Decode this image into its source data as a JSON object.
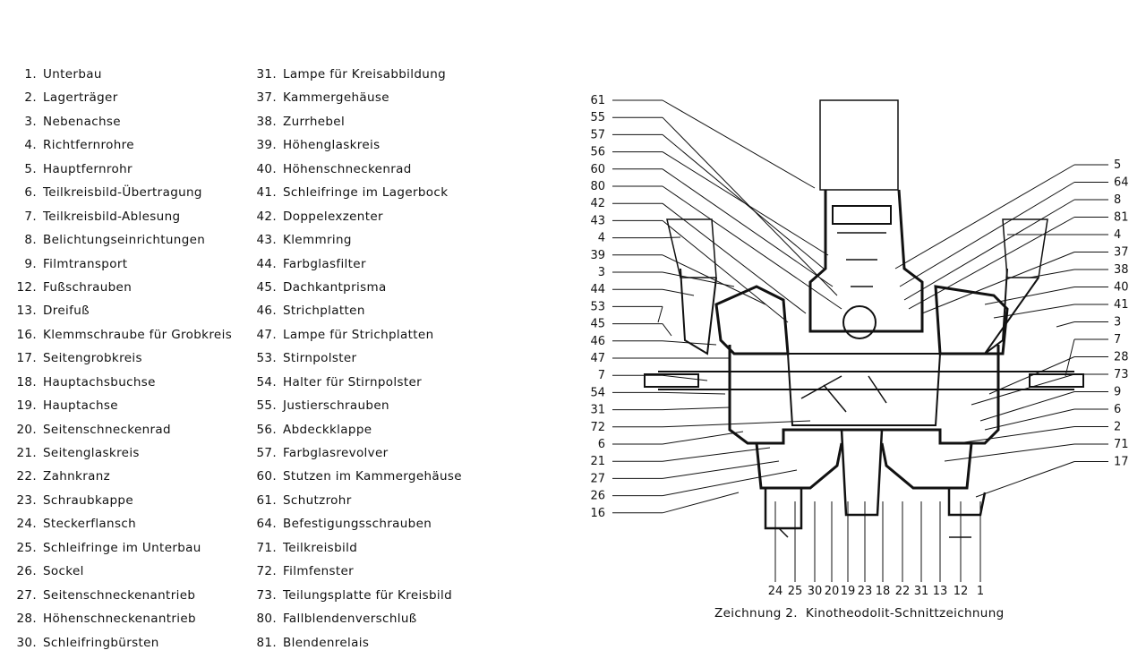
{
  "legend_left": [
    {
      "num": "1.",
      "text": "Unterbau"
    },
    {
      "num": "2.",
      "text": "Lagerträger"
    },
    {
      "num": "3.",
      "text": "Nebenachse"
    },
    {
      "num": "4.",
      "text": "Richtfernrohre"
    },
    {
      "num": "5.",
      "text": "Hauptfernrohr"
    },
    {
      "num": "6.",
      "text": "Teilkreisbild-Übertragung"
    },
    {
      "num": "7.",
      "text": "Teilkreisbild-Ablesung"
    },
    {
      "num": "8.",
      "text": "Belichtungseinrichtungen"
    },
    {
      "num": "9.",
      "text": "Filmtransport"
    },
    {
      "num": "12.",
      "text": "Fußschrauben"
    },
    {
      "num": "13.",
      "text": "Dreifuß"
    },
    {
      "num": "16.",
      "text": "Klemmschraube für Grobkreis"
    },
    {
      "num": "17.",
      "text": "Seitengrobkreis"
    },
    {
      "num": "18.",
      "text": "Hauptachsbuchse"
    },
    {
      "num": "19.",
      "text": "Hauptachse"
    },
    {
      "num": "20.",
      "text": "Seitenschneckenrad"
    },
    {
      "num": "21.",
      "text": "Seitenglaskreis"
    },
    {
      "num": "22.",
      "text": "Zahnkranz"
    },
    {
      "num": "23.",
      "text": "Schraubkappe"
    },
    {
      "num": "24.",
      "text": "Steckerflansch"
    },
    {
      "num": "25.",
      "text": "Schleifringe im Unterbau"
    },
    {
      "num": "26.",
      "text": "Sockel"
    },
    {
      "num": "27.",
      "text": "Seitenschneckenantrieb"
    },
    {
      "num": "28.",
      "text": "Höhenschneckenantrieb"
    },
    {
      "num": "30.",
      "text": "Schleifringbürsten"
    }
  ],
  "legend_right": [
    {
      "num": "31.",
      "text": "Lampe für Kreisabbildung"
    },
    {
      "num": "37.",
      "text": "Kammergehäuse"
    },
    {
      "num": "38.",
      "text": "Zurrhebel"
    },
    {
      "num": "39.",
      "text": "Höhenglaskreis"
    },
    {
      "num": "40.",
      "text": "Höhenschneckenrad"
    },
    {
      "num": "41.",
      "text": "Schleifringe im Lagerbock"
    },
    {
      "num": "42.",
      "text": "Doppelexzenter"
    },
    {
      "num": "43.",
      "text": "Klemmring"
    },
    {
      "num": "44.",
      "text": "Farbglasfilter"
    },
    {
      "num": "45.",
      "text": "Dachkantprisma"
    },
    {
      "num": "46.",
      "text": "Strichplatten"
    },
    {
      "num": "47.",
      "text": "Lampe für Strichplatten"
    },
    {
      "num": "53.",
      "text": "Stirnpolster"
    },
    {
      "num": "54.",
      "text": "Halter für Stirnpolster"
    },
    {
      "num": "55.",
      "text": "Justierschrauben"
    },
    {
      "num": "56.",
      "text": "Abdeckklappe"
    },
    {
      "num": "57.",
      "text": "Farbglasrevolver"
    },
    {
      "num": "60.",
      "text": "Stutzen im Kammergehäuse"
    },
    {
      "num": "61.",
      "text": "Schutzrohr"
    },
    {
      "num": "64.",
      "text": "Befestigungsschrauben"
    },
    {
      "num": "71.",
      "text": "Teilkreisbild"
    },
    {
      "num": "72.",
      "text": "Filmfenster"
    },
    {
      "num": "73.",
      "text": "Teilungsplatte für Kreisbild"
    },
    {
      "num": "80.",
      "text": "Fallblendenverschluß"
    },
    {
      "num": "81.",
      "text": "Blendenrelais"
    }
  ],
  "callouts_left": [
    "61",
    "55",
    "57",
    "56",
    "60",
    "80",
    "42",
    "43",
    "4",
    "39",
    "3",
    "44",
    "53",
    "45",
    "46",
    "47",
    "7",
    "54",
    "31",
    "72",
    "6",
    "21",
    "27",
    "26",
    "16"
  ],
  "callouts_right": [
    "5",
    "64",
    "8",
    "81",
    "4",
    "37",
    "38",
    "40",
    "41",
    "3",
    "7",
    "28",
    "73",
    "9",
    "6",
    "2",
    "71",
    "17"
  ],
  "callouts_bottom": [
    "24",
    "25",
    "30",
    "20",
    "19",
    "23",
    "18",
    "22",
    "31",
    "13",
    "12",
    "1"
  ],
  "caption": {
    "label": "Zeichnung 2.",
    "title": "Kinotheodolit-Schnittzeichnung"
  }
}
